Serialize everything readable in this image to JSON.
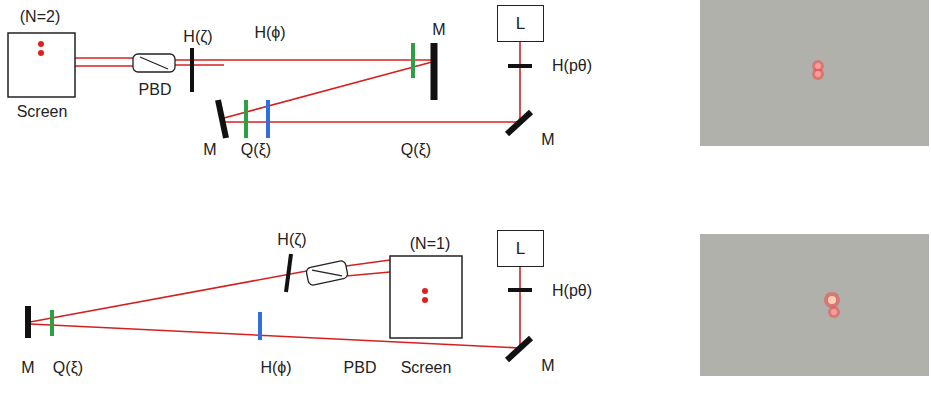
{
  "diagram": {
    "nodes": [
      {
        "text": [
          "L"
        ]
      },
      {
        "text": [
          "L"
        ]
      }
    ],
    "labels": [
      "(N=2)",
      "Screen",
      "PBD",
      "H(ζ)",
      "H(ϕ)",
      "M",
      "Q(ξ)",
      "M",
      "Q(ξ)",
      "H(pθ)",
      "M",
      "(N=1)",
      "Screen",
      "H(ζ)",
      "PBD",
      "M",
      "Q(ξ)",
      "H(ϕ)",
      "H(pθ)",
      "M"
    ]
  }
}
